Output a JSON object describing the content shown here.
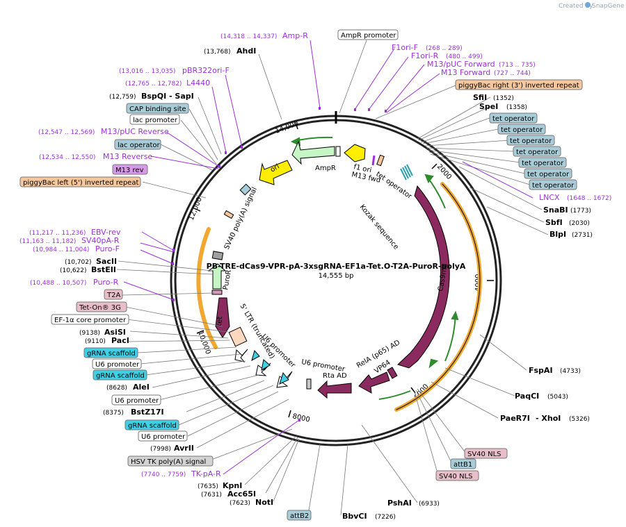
{
  "watermark": {
    "created_by": "Created by",
    "brand": "SnapGene"
  },
  "plasmid": {
    "name": "PB-TRE-dCas9-VPR-pA-3xsgRNA-EF1a-Tet.O-T2A-PuroR-polyA",
    "length": "14,555 bp"
  },
  "ticks": [
    "2000",
    "4000",
    "6000",
    "8000",
    "10,000",
    "12,000",
    "14,000"
  ],
  "site_labels": [
    {
      "name": "AhdI",
      "pos": "(13,768)"
    },
    {
      "name": "BspQI",
      "pos": "(12,759)",
      "extra": "- SapI"
    },
    {
      "name": "SacII",
      "pos": "(10,702)"
    },
    {
      "name": "BstEII",
      "pos": "(10,622)"
    },
    {
      "name": "AsiSI",
      "pos": "(9138)"
    },
    {
      "name": "PacI",
      "pos": "(9110)"
    },
    {
      "name": "AleI",
      "pos": "(8628)"
    },
    {
      "name": "BstZ17I",
      "pos": "(8375)"
    },
    {
      "name": "AvrII",
      "pos": "(7998)"
    },
    {
      "name": "KpnI",
      "pos": "(7635)"
    },
    {
      "name": "Acc65I",
      "pos": "(7631)"
    },
    {
      "name": "NotI",
      "pos": "(7623)"
    },
    {
      "name": "BbvCI",
      "pos": "(7226)"
    },
    {
      "name": "PshAI",
      "pos": "(6933)"
    },
    {
      "name": "PaeR7I",
      "pos": "(5326)",
      "extra": "- XhoI"
    },
    {
      "name": "PaqCI",
      "pos": "(5043)"
    },
    {
      "name": "FspAI",
      "pos": "(4733)"
    },
    {
      "name": "BlpI",
      "pos": "(2731)"
    },
    {
      "name": "SbfI",
      "pos": "(2030)"
    },
    {
      "name": "SnaBI",
      "pos": "(1773)"
    },
    {
      "name": "SpeI",
      "pos": "(1358)"
    },
    {
      "name": "SfiI",
      "pos": "(1352)"
    }
  ],
  "primer_labels": [
    {
      "name": "Amp-R",
      "pos": "(14,318 .. 14,337)"
    },
    {
      "name": "pBR322ori-F",
      "pos": "(13,016 .. 13,035)"
    },
    {
      "name": "L4440",
      "pos": "(12,765 .. 12,782)"
    },
    {
      "name": "M13/pUC Reverse",
      "pos": "(12,547 .. 12,569)"
    },
    {
      "name": "M13 Reverse",
      "pos": "(12,534 .. 12,550)"
    },
    {
      "name": "EBV-rev",
      "pos": "(11,217 .. 11,236)"
    },
    {
      "name": "SV40pA-R",
      "pos": "(11,163 .. 11,182)"
    },
    {
      "name": "Puro-F",
      "pos": "(10,984 .. 11,004)"
    },
    {
      "name": "Puro-R",
      "pos": "(10,488 .. 10,507)"
    },
    {
      "name": "TK-pA-R",
      "pos": "(7740 .. 7759)"
    },
    {
      "name": "F1ori-F",
      "pos": "(268 .. 289)"
    },
    {
      "name": "F1ori-R",
      "pos": "(480 .. 499)"
    },
    {
      "name": "M13/pUC Forward",
      "pos": "(713 .. 735)"
    },
    {
      "name": "M13 Forward",
      "pos": "(727 .. 744)"
    },
    {
      "name": "LNCX",
      "pos": "(1648 .. 1672)"
    }
  ],
  "feature_boxes": [
    {
      "label": "AmpR promoter"
    },
    {
      "label": "CAP binding site"
    },
    {
      "label": "lac promoter"
    },
    {
      "label": "lac operator"
    },
    {
      "label": "M13 rev"
    },
    {
      "label": "piggyBac left (5') inverted repeat"
    },
    {
      "label": "T2A"
    },
    {
      "label": "Tet-On® 3G"
    },
    {
      "label": "EF-1α core promoter"
    },
    {
      "label": "gRNA scaffold"
    },
    {
      "label": "U6 promoter"
    },
    {
      "label": "gRNA scaffold"
    },
    {
      "label": "U6 promoter"
    },
    {
      "label": "gRNA scaffold"
    },
    {
      "label": "U6 promoter"
    },
    {
      "label": "HSV TK poly(A) signal"
    },
    {
      "label": "attB2"
    },
    {
      "label": "piggyBac right (3') inverted repeat"
    },
    {
      "label": "tet operator"
    },
    {
      "label": "tet operator"
    },
    {
      "label": "tet operator"
    },
    {
      "label": "tet operator"
    },
    {
      "label": "tet operator"
    },
    {
      "label": "tet operator"
    },
    {
      "label": "tet operator"
    },
    {
      "label": "SV40 NLS"
    },
    {
      "label": "attB1"
    },
    {
      "label": "SV40 NLS"
    }
  ],
  "inner_labels": [
    "AmpR",
    "ori",
    "f1 ori",
    "M13 fwd",
    "tet operator",
    "Kozak sequence",
    "Cas9m4",
    "RelA (p65) AD",
    "VP64",
    "Rta AD",
    "U6 promoter",
    "U6 promoter",
    "5' LTR (truncated)",
    "PuroR",
    "SV40 poly(A) signal",
    "tet"
  ],
  "colors": {
    "amp": "#c6f5c6",
    "ori": "#ffee00",
    "cas9": "#8b2a5e",
    "orange_arc": "#f0a830",
    "green_arrow": "#2e8b2e",
    "box_blue": "#a8ccd8",
    "box_orange": "#f6c79c",
    "box_pink": "#e8bfc8",
    "box_purple": "#d79ae8",
    "box_cyan": "#3fd0e6",
    "box_grey": "#d3d3d3",
    "primer": "#9b30d9"
  }
}
